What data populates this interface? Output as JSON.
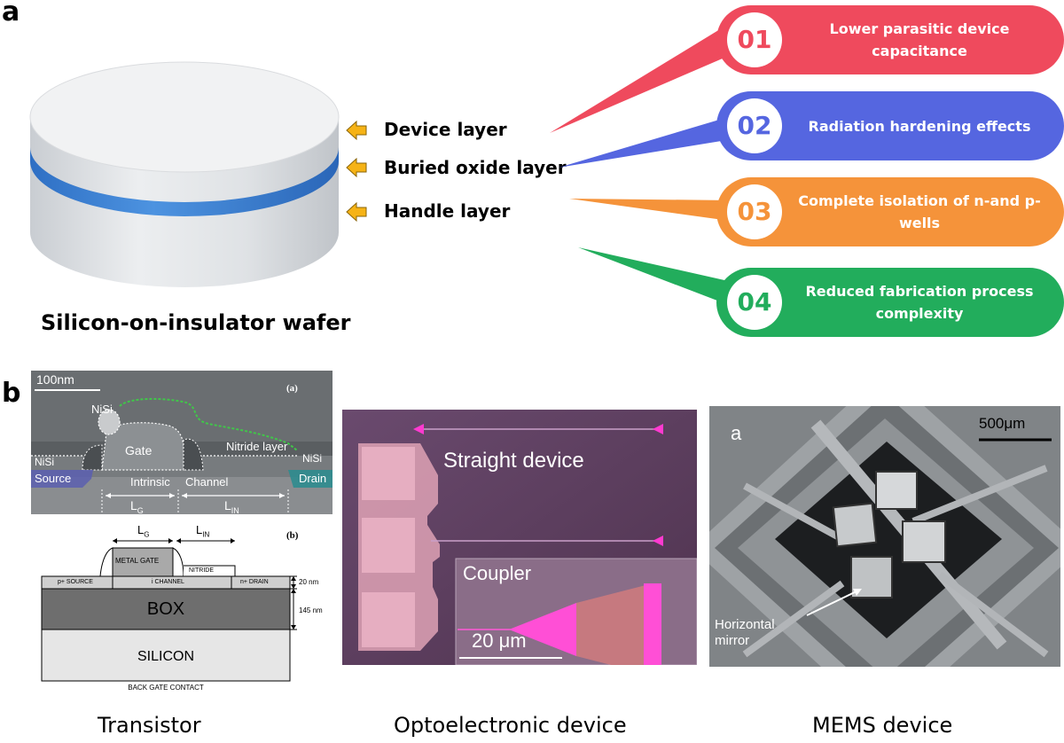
{
  "panel_a": {
    "letter": "a",
    "layers": [
      "Device layer",
      "Buried oxide layer",
      "Handle layer"
    ],
    "wafer_caption": "Silicon-on-insulator wafer",
    "advantages": [
      {
        "num": "01",
        "text": "Lower parasitic device capacitance",
        "color": "#ef4a5d"
      },
      {
        "num": "02",
        "text": "Radiation hardening effects",
        "color": "#5566e0"
      },
      {
        "num": "03",
        "text": "Complete isolation of n-and p-wells",
        "color": "#f5933a"
      },
      {
        "num": "04",
        "text": "Reduced fabrication process complexity",
        "color": "#22ad5c"
      }
    ],
    "arrow_color": "#f6b316",
    "band_color": "#3a82d6"
  },
  "panel_b": {
    "letter": "b",
    "transistor": {
      "scale": "100nm",
      "tag_a": "(a)",
      "tag_b": "(b)",
      "nisi_top": "NiSi",
      "gate": "Gate",
      "nitride_layer": "Nitride layer",
      "nisi_left": "NiSi",
      "nisi_right": "NiSi",
      "source": "Source",
      "drain": "Drain",
      "intrinsic": "Intrinsic",
      "channel": "Channel",
      "lg": "L",
      "lg_sub": "G",
      "lin": "L",
      "lin_sub": "IN",
      "metal_gate": "METAL GATE",
      "nitride": "NITRIDE",
      "p_source": "p+ SOURCE",
      "i_channel": "i CHANNEL",
      "n_drain": "n+ DRAIN",
      "box": "BOX",
      "silicon": "SILICON",
      "dim_20": "20 nm",
      "dim_145": "145 nm",
      "back_gate": "BACK GATE CONTACT",
      "caption": "Transistor"
    },
    "opto": {
      "straight": "Straight device",
      "coupler": "Coupler",
      "scale": "20 μm",
      "caption": "Optoelectronic device"
    },
    "mems": {
      "tag": "a",
      "scale": "500μm",
      "mirror_l1": "Horizontal",
      "mirror_l2": "mirror",
      "caption": "MEMS device"
    }
  }
}
